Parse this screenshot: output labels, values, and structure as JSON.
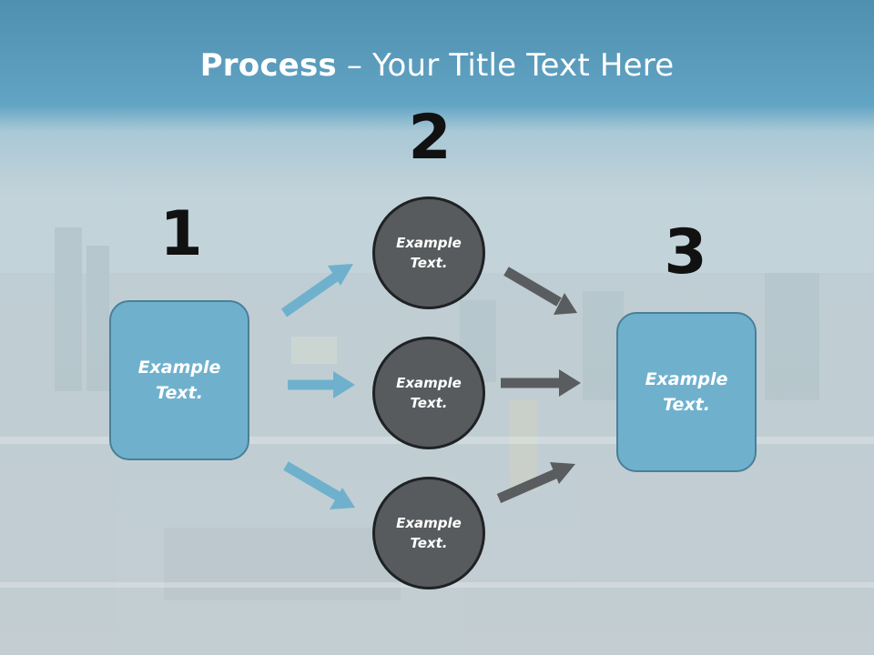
{
  "title": {
    "bold": "Process",
    "rest": " – Your Title Text Here"
  },
  "steps": [
    {
      "number": "1",
      "label": "Example\nText."
    },
    {
      "number": "2"
    },
    {
      "number": "3",
      "label": "Example\nText."
    }
  ],
  "circles": [
    {
      "label": "Example\nText."
    },
    {
      "label": "Example\nText."
    },
    {
      "label": "Example\nText."
    }
  ],
  "colors": {
    "box_fill": "#6fb1cd",
    "circle_fill": "#585b5d",
    "arrow_blue": "#6fb1cd",
    "arrow_gray": "#5a5d5f",
    "header_band": "#5b9dbd"
  }
}
